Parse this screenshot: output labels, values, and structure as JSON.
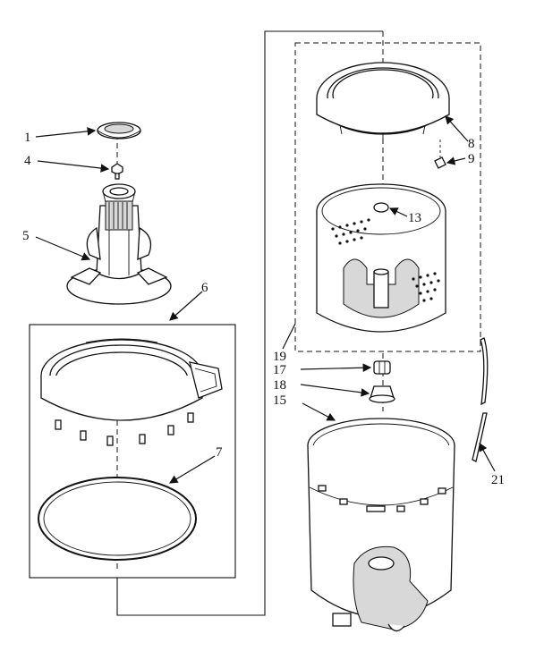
{
  "callouts": {
    "c1": "1",
    "c4": "4",
    "c5": "5",
    "c6": "6",
    "c7": "7",
    "c8": "8",
    "c9": "9",
    "c13": "13",
    "c15": "15",
    "c17": "17",
    "c18": "18",
    "c19": "19",
    "c21": "21"
  },
  "colors": {
    "ink": "#111111",
    "paper": "#ffffff"
  }
}
